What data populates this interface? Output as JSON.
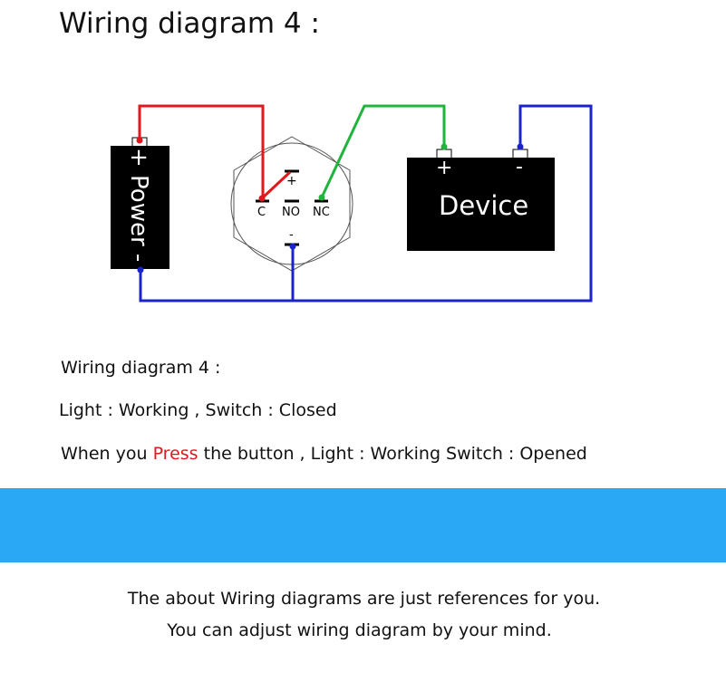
{
  "title": "Wiring diagram 4 :",
  "diagram": {
    "power_label": "+ Power -",
    "switch_terminals": {
      "plus": "+",
      "c": "C",
      "no": "NO",
      "nc": "NC",
      "minus": "-"
    },
    "device_label": "Device",
    "device_plus": "+",
    "device_minus": "-",
    "wire_colors": {
      "red": "#e0191e",
      "green": "#1fb43c",
      "blue": "#1a24c8"
    }
  },
  "description": {
    "line1": "Wiring diagram 4 :",
    "line2": "Light : Working , Switch : Closed",
    "line3_pre": "When you ",
    "line3_press": "Press",
    "line3_post": " the button , Light : Working Switch : Opened"
  },
  "notes": {
    "line1": "The about Wiring diagrams are just references for you.",
    "line2": "You can adjust wiring diagram by your mind."
  }
}
